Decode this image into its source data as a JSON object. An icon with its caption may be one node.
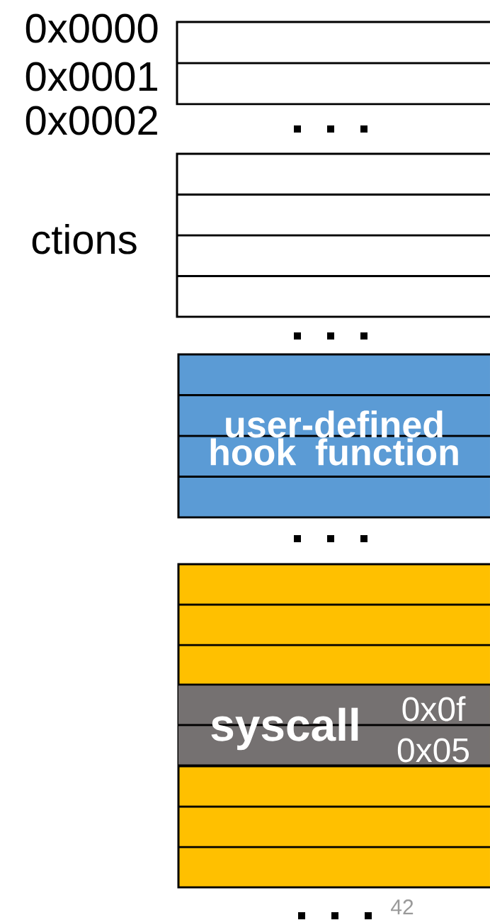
{
  "diagram": {
    "nodes": [
      {
        "text": [],
        "shape": "box"
      },
      {
        "text": [],
        "shape": "box"
      },
      {
        "text": [
          "user-defined hook function"
        ]
      },
      {
        "text": [],
        "shape": "box"
      },
      {
        "text": [
          "syscall",
          "0x0f",
          "0x05"
        ],
        "in": 3
      }
    ],
    "edges": [],
    "labels": [
      "0x0000",
      "0x0001",
      "0x0002",
      "ctions",
      "42"
    ]
  }
}
